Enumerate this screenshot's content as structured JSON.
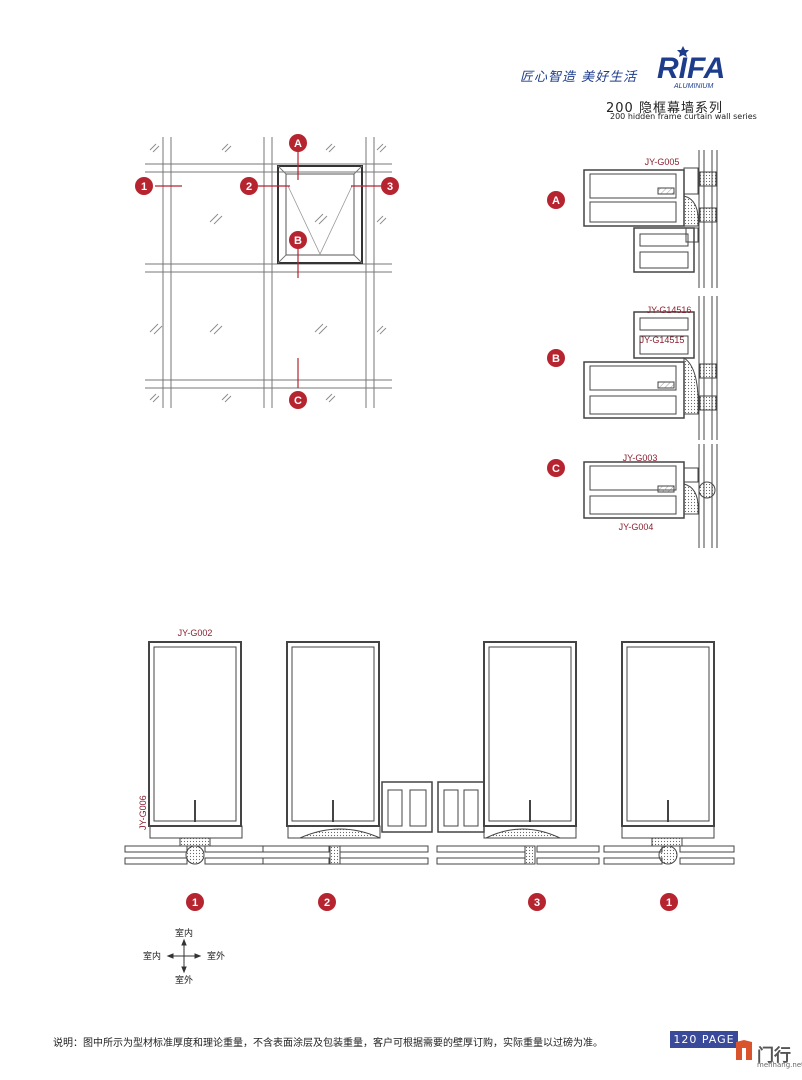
{
  "header": {
    "slogan": "匠心智造 美好生活",
    "logo_text": "RIFA",
    "logo_sub": "ALUMINIUM",
    "series_title": "200 隐框幕墙系列",
    "series_subtitle": "200 hidden frame curtain wall series"
  },
  "elevation": {
    "markers": [
      "1",
      "2",
      "3",
      "A",
      "B",
      "C"
    ]
  },
  "sections": {
    "A": {
      "label": "A",
      "profiles": [
        "JY-G005"
      ]
    },
    "B": {
      "label": "B",
      "profiles": [
        "JY-G14516",
        "JY-G14515"
      ]
    },
    "C": {
      "label": "C",
      "profiles": [
        "JY-G003",
        "JY-G004"
      ]
    }
  },
  "plan": {
    "profiles": [
      "JY-G002",
      "JY-G006"
    ],
    "markers": [
      "1",
      "2",
      "3",
      "1"
    ]
  },
  "orientation": {
    "top": "室内",
    "left": "室内",
    "right": "室外",
    "bottom": "室外"
  },
  "footer": {
    "note": "说明：图中所示为型材标准厚度和理论重量，不含表面涂层及包装重量，客户可根据需要的壁厚订购，实际重量以过磅为准。",
    "page": "120 PAGE"
  },
  "watermark": {
    "text": "门行",
    "url": "menhang.net"
  },
  "colors": {
    "accent_red": "#b5242f",
    "brand_blue": "#1d3c8c",
    "label_red": "#8a2030"
  }
}
